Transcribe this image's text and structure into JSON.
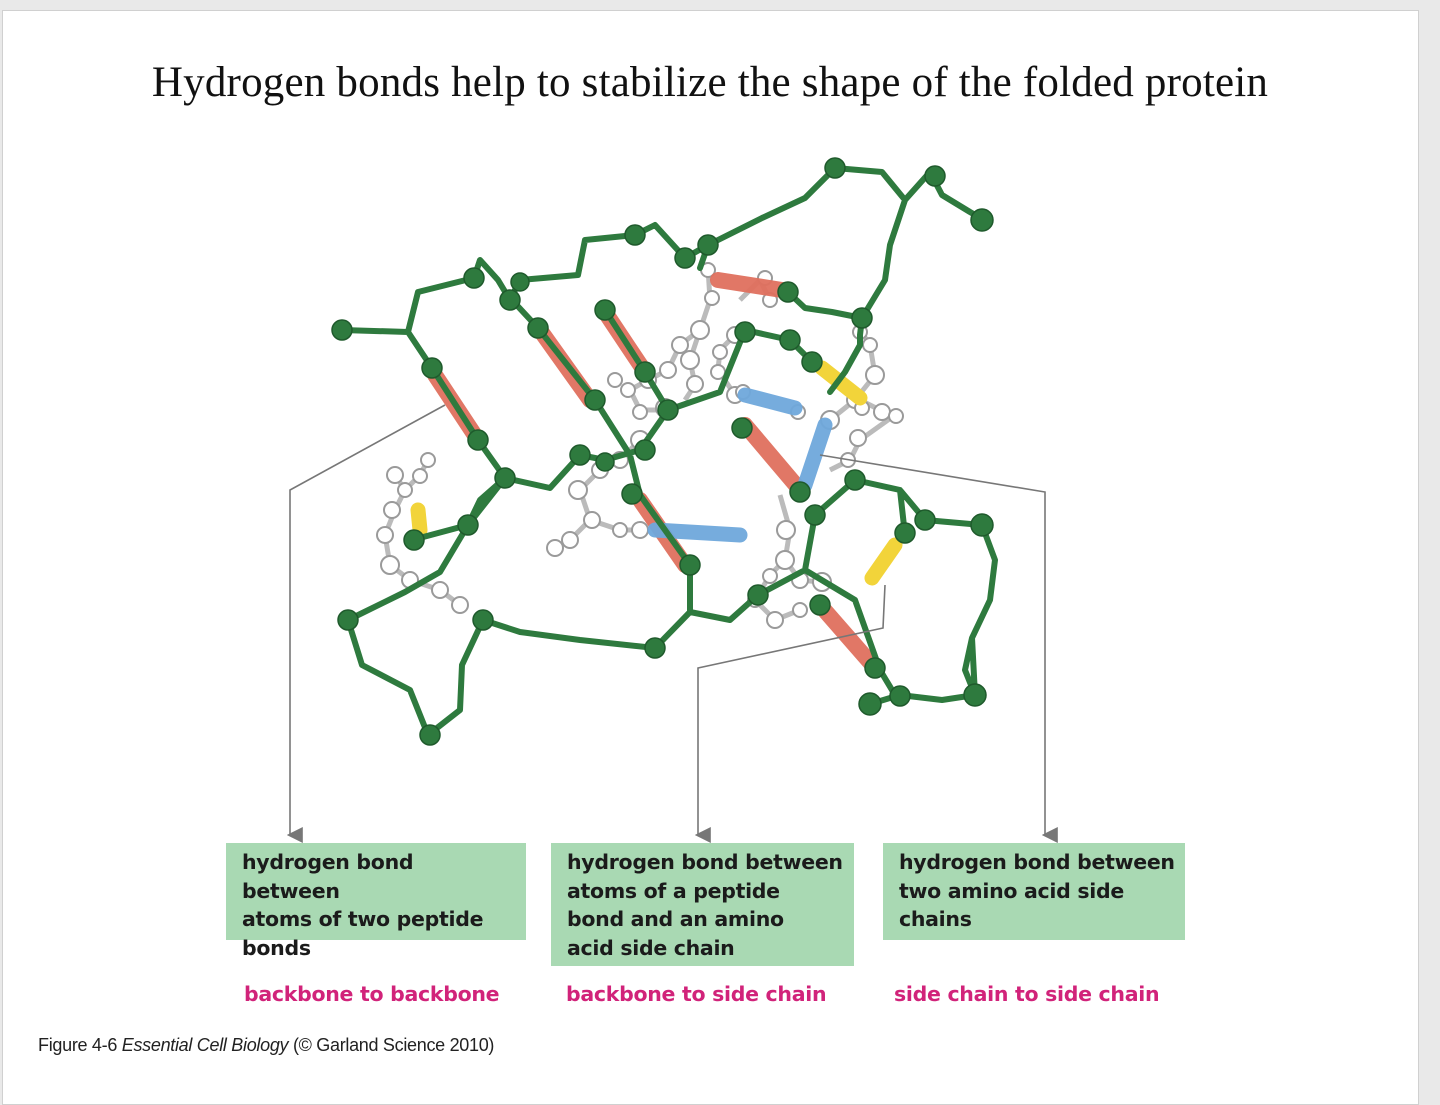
{
  "title": "Hydrogen bonds help to stabilize the shape of the folded protein",
  "labels": [
    {
      "description": "hydrogen bond between atoms of two peptide bonds",
      "lines": [
        "hydrogen bond between",
        "atoms of two peptide",
        "bonds"
      ],
      "category": "backbone to backbone"
    },
    {
      "description": "hydrogen bond between atoms of a peptide bond and an amino acid side chain",
      "lines": [
        "hydrogen bond between",
        "atoms of a peptide",
        "bond and an amino",
        "acid side chain"
      ],
      "category": "backbone to side chain"
    },
    {
      "description": "hydrogen bond between two amino acid side chains",
      "lines": [
        "hydrogen bond between",
        "two amino acid side",
        "chains"
      ],
      "category": "side chain to side chain"
    }
  ],
  "caption": {
    "figure": "Figure 4-6",
    "book": "Essential Cell Biology",
    "credit": "(© Garland Science 2010)"
  },
  "colors": {
    "backbone": "#2e7a3e",
    "backbone_to_backbone": "#e0705e",
    "backbone_to_side_chain": "#6fa8dc",
    "side_chain_to_side_chain": "#f2d43a",
    "label_box": "#a9d9b3",
    "category_text": "#d1237a"
  }
}
